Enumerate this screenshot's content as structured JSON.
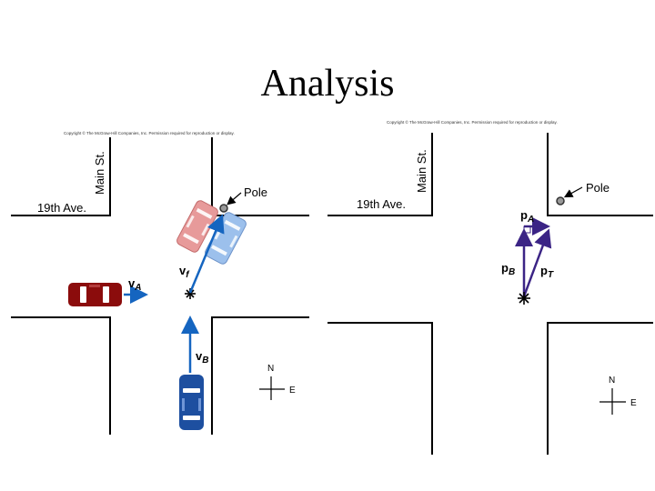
{
  "title": "Analysis",
  "colors": {
    "red_car": "#8b0c0c",
    "blue_car": "#1d4fa0",
    "faded_red": "#e79a9a",
    "faded_blue": "#9cc0ec",
    "velocity_arrow": "#1565c0",
    "momentum_arrow": "#3b2485"
  },
  "left_panel": {
    "copyright": "Copyright © The McGraw-Hill Companies, Inc. Permission required for reproduction or display.",
    "street_main": "Main St.",
    "street_19th": "19th Ave.",
    "pole_label": "Pole",
    "vA": {
      "main": "v",
      "sub": "A"
    },
    "vf": {
      "main": "v",
      "sub": "f"
    },
    "vB": {
      "main": "v",
      "sub": "B"
    },
    "compass": {
      "north": "N",
      "east": "E"
    }
  },
  "right_panel": {
    "copyright": "Copyright © The McGraw-Hill Companies, Inc. Permission required for reproduction or display.",
    "street_main": "Main St.",
    "street_19th": "19th Ave.",
    "pole_label": "Pole",
    "pA": {
      "main": "p",
      "sub": "A"
    },
    "pB": {
      "main": "p",
      "sub": "B"
    },
    "pT": {
      "main": "p",
      "sub": "T"
    },
    "compass": {
      "north": "N",
      "east": "E"
    }
  }
}
